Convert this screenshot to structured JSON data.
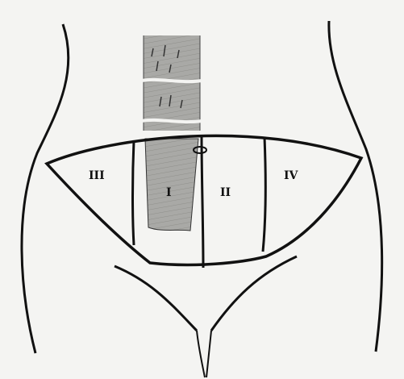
{
  "diagram": {
    "zones": [
      {
        "id": "I",
        "label": "I"
      },
      {
        "id": "II",
        "label": "II"
      },
      {
        "id": "III",
        "label": "III"
      },
      {
        "id": "IV",
        "label": "IV"
      }
    ]
  },
  "colors": {
    "background": "#f4f4f2",
    "ink": "#111111",
    "flap_shade": "#a9a9a6"
  }
}
